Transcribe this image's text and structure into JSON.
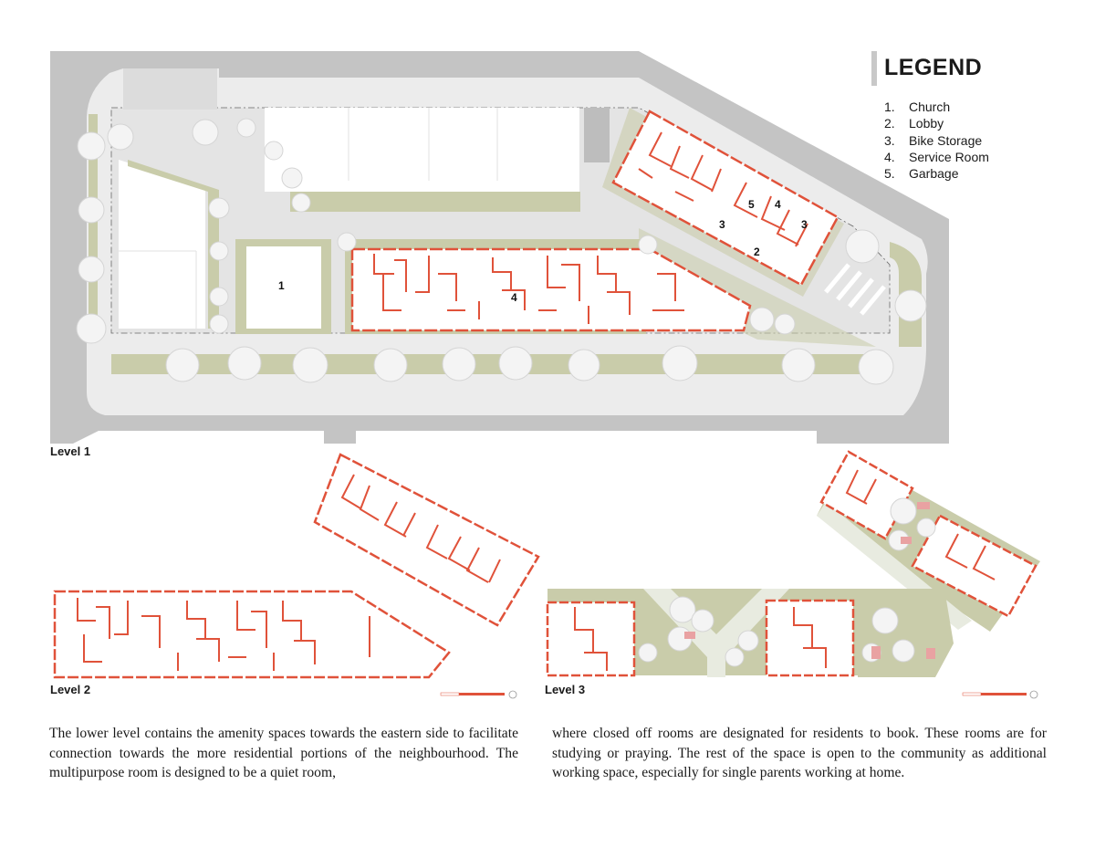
{
  "legend": {
    "title": "LEGEND",
    "items": [
      {
        "number": "1.",
        "label": "Church"
      },
      {
        "number": "2.",
        "label": "Lobby"
      },
      {
        "number": "3.",
        "label": "Bike Storage"
      },
      {
        "number": "4.",
        "label": "Service Room"
      },
      {
        "number": "5.",
        "label": "Garbage"
      }
    ]
  },
  "levels": {
    "level1": "Level 1",
    "level2": "Level 2",
    "level3": "Level 3"
  },
  "map_labels": {
    "church": "1",
    "service_room_main": "4",
    "garbage": "5",
    "service_room_east": "4",
    "bike_storage_a": "3",
    "bike_storage_b": "3",
    "lobby": "2"
  },
  "colors": {
    "wall_red": "#e0523a",
    "road_gray": "#c4c4c4",
    "plaza_gray": "#e9e9e9",
    "green_space": "#c9ccaa",
    "text_dark": "#1a1a1a"
  },
  "description": {
    "left": "The lower level contains the amenity spaces towards the eastern side to facilitate connection towards the more residential portions of the neighbourhood. The multipurpose room is designed to be a quiet room,",
    "right": "where closed off rooms are designated for residents to book. These rooms are for studying or praying. The rest of the space is open to the community as additional working space, especially for single parents working at home."
  }
}
